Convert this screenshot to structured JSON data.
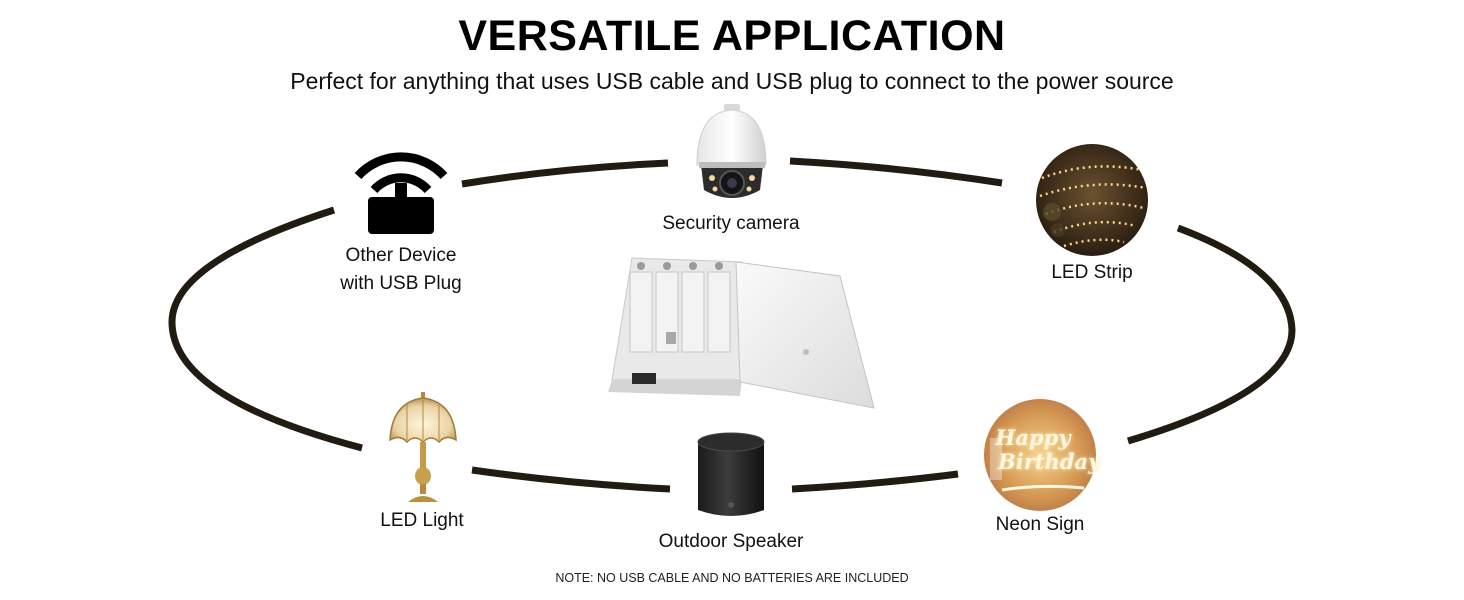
{
  "heading": {
    "title": "VERSATILE APPLICATION",
    "subtitle": "Perfect for anything that uses USB cable and USB plug to connect to the power source"
  },
  "devices": [
    {
      "label_lines": [
        "Security camera"
      ],
      "icon": "security-camera-icon"
    },
    {
      "label_lines": [
        "Other Device",
        "with USB Plug"
      ],
      "icon": "wifi-router-icon"
    },
    {
      "label_lines": [
        "LED Strip"
      ],
      "icon": "led-strip-photo"
    },
    {
      "label_lines": [
        "LED Light"
      ],
      "icon": "table-lamp-icon"
    },
    {
      "label_lines": [
        "Outdoor Speaker"
      ],
      "icon": "speaker-icon"
    },
    {
      "label_lines": [
        "Neon Sign"
      ],
      "icon": "neon-sign-photo"
    }
  ],
  "neon_text": [
    "Happy",
    "Birthday"
  ],
  "footer_note": "NOTE: NO USB CABLE AND NO BATTERIES ARE INCLUDED",
  "colors": {
    "ring": "#221b12",
    "text": "#111111",
    "neon": "#ffe3a3",
    "warm": "#f2c877"
  }
}
